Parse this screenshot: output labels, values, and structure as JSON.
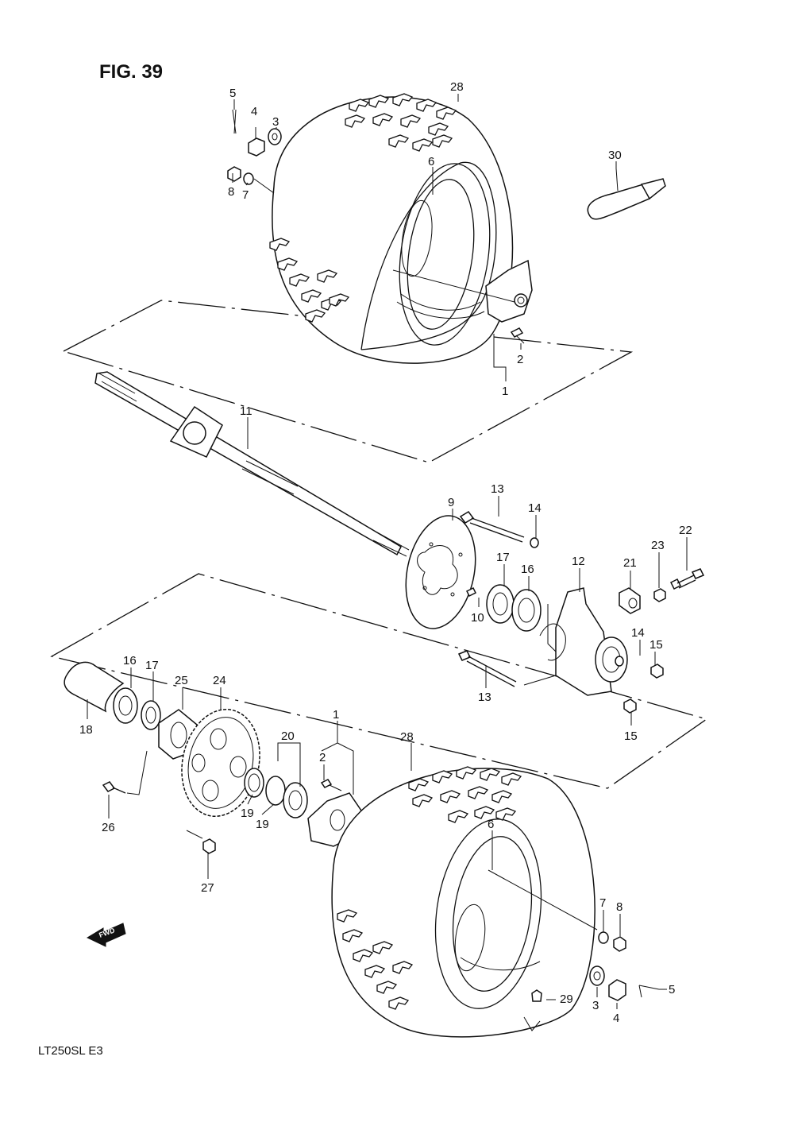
{
  "figure": {
    "title": "FIG. 39",
    "model": "LT250SL  E3",
    "fwd_label": "FWD"
  },
  "callouts": [
    {
      "id": "c5a",
      "text": "5"
    },
    {
      "id": "c4a",
      "text": "4"
    },
    {
      "id": "c3a",
      "text": "3"
    },
    {
      "id": "c8a",
      "text": "8"
    },
    {
      "id": "c7a",
      "text": "7"
    },
    {
      "id": "c28a",
      "text": "28"
    },
    {
      "id": "c6a",
      "text": "6"
    },
    {
      "id": "c30",
      "text": "30"
    },
    {
      "id": "c2a",
      "text": "2"
    },
    {
      "id": "c1a",
      "text": "1"
    },
    {
      "id": "c11",
      "text": "11"
    },
    {
      "id": "c9",
      "text": "9"
    },
    {
      "id": "c13a",
      "text": "13"
    },
    {
      "id": "c14a",
      "text": "14"
    },
    {
      "id": "c22",
      "text": "22"
    },
    {
      "id": "c17a",
      "text": "17"
    },
    {
      "id": "c16a",
      "text": "16"
    },
    {
      "id": "c12",
      "text": "12"
    },
    {
      "id": "c21",
      "text": "21"
    },
    {
      "id": "c23",
      "text": "23"
    },
    {
      "id": "c10",
      "text": "10"
    },
    {
      "id": "c14b",
      "text": "14"
    },
    {
      "id": "c15a",
      "text": "15"
    },
    {
      "id": "c13b",
      "text": "13"
    },
    {
      "id": "c15b",
      "text": "15"
    },
    {
      "id": "c16b",
      "text": "16"
    },
    {
      "id": "c17b",
      "text": "17"
    },
    {
      "id": "c25",
      "text": "25"
    },
    {
      "id": "c24",
      "text": "24"
    },
    {
      "id": "c18",
      "text": "18"
    },
    {
      "id": "c20",
      "text": "20"
    },
    {
      "id": "c1b",
      "text": "1"
    },
    {
      "id": "c2b",
      "text": "2"
    },
    {
      "id": "c28b",
      "text": "28"
    },
    {
      "id": "c19a",
      "text": "19"
    },
    {
      "id": "c19b",
      "text": "19"
    },
    {
      "id": "c26",
      "text": "26"
    },
    {
      "id": "c27",
      "text": "27"
    },
    {
      "id": "c6b",
      "text": "6"
    },
    {
      "id": "c7b",
      "text": "7"
    },
    {
      "id": "c8b",
      "text": "8"
    },
    {
      "id": "c29",
      "text": "29"
    },
    {
      "id": "c5b",
      "text": "5"
    },
    {
      "id": "c3b",
      "text": "3"
    },
    {
      "id": "c4b",
      "text": "4"
    }
  ]
}
